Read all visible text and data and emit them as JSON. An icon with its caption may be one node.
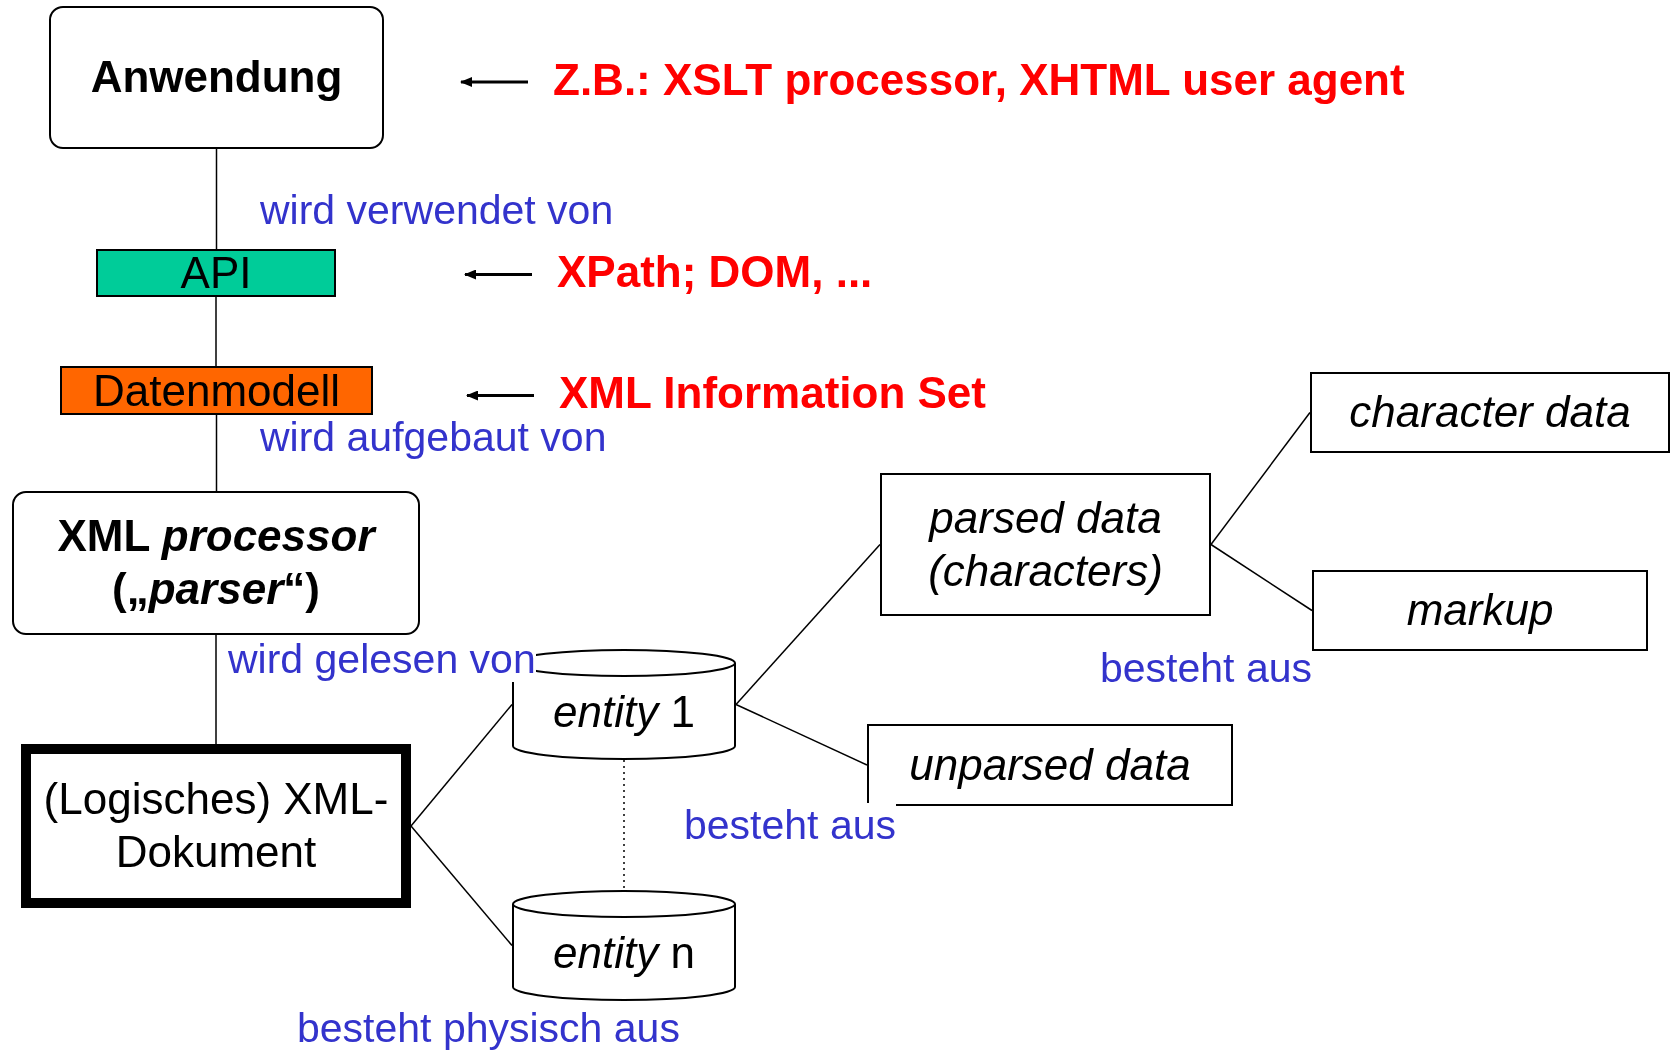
{
  "diagram": {
    "nodes": [
      {
        "text": [
          "Anwendung"
        ]
      },
      {
        "text": [
          "API"
        ]
      },
      {
        "text": [
          "Datenmodell"
        ]
      },
      {
        "text": [
          "XML *processor* („*parser*“)"
        ]
      },
      {
        "text": [
          "(Logisches) XML-Dokument"
        ]
      },
      {
        "text": [
          "*entity* 1"
        ]
      },
      {
        "text": [
          "*entity* n"
        ]
      },
      {
        "text": [
          "parsed data (characters)"
        ]
      },
      {
        "text": [
          "unparsed data"
        ]
      },
      {
        "text": [
          "character data"
        ]
      },
      {
        "text": [
          "markup"
        ]
      },
      {
        "text": [
          "Z.B.: XSLT processor, XHTML user agent"
        ]
      },
      {
        "text": [
          "XPath; DOM, ..."
        ]
      },
      {
        "text": [
          "XML Information Set"
        ]
      }
    ],
    "edges": [
      {
        "from": 0,
        "to": 1,
        "arrow": "none",
        "label": "wird verwendet von"
      },
      {
        "from": 1,
        "to": 2,
        "arrow": "none"
      },
      {
        "from": 2,
        "to": 3,
        "arrow": "none",
        "label": "wird aufgebaut von"
      },
      {
        "from": 3,
        "to": 4,
        "arrow": "none",
        "label": "wird gelesen von"
      },
      {
        "from": 4,
        "to": 5,
        "arrow": "none"
      },
      {
        "from": 4,
        "to": 6,
        "arrow": "none"
      },
      {
        "from": 5,
        "to": 6,
        "arrow": "none",
        "style": "dashed"
      },
      {
        "from": 5,
        "to": 7,
        "arrow": "none"
      },
      {
        "from": 5,
        "to": 8,
        "arrow": "none"
      },
      {
        "from": 7,
        "to": 9,
        "arrow": "none"
      },
      {
        "from": 7,
        "to": 10,
        "arrow": "none"
      },
      {
        "from": 11,
        "to": null,
        "arrow": "to"
      },
      {
        "from": 12,
        "to": null,
        "arrow": "to"
      },
      {
        "from": 13,
        "to": null,
        "arrow": "to"
      }
    ],
    "labels": [
      "besteht aus",
      "besteht aus",
      "besteht physisch aus"
    ]
  }
}
